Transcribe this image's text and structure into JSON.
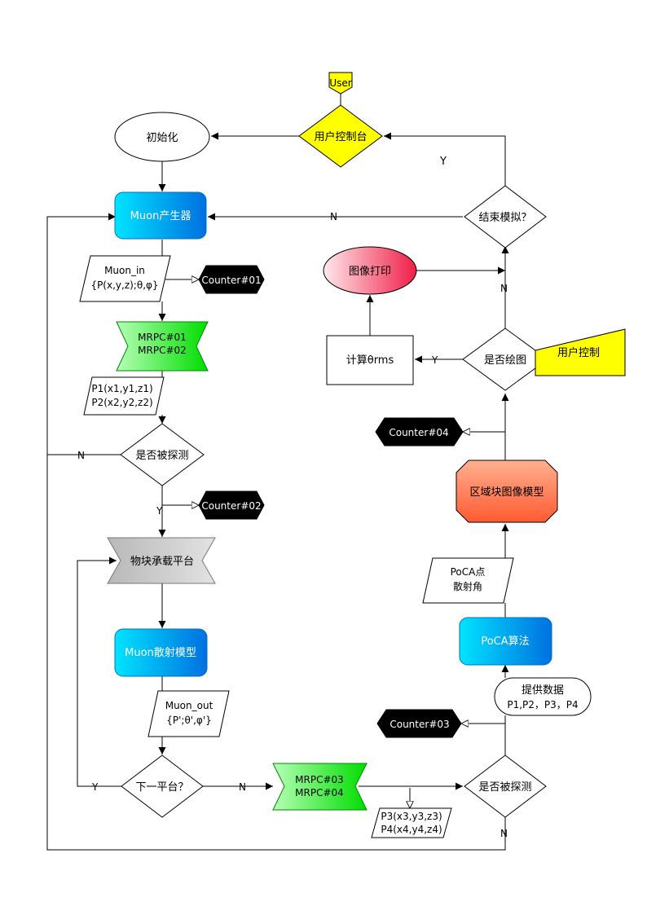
{
  "nodes": {
    "user": "User",
    "console": "用户控制台",
    "init": "初始化",
    "muon_gen": "Muon产生器",
    "muon_in_1": "Muon_in",
    "muon_in_2": "{P(x,y,z);θ,φ}",
    "counter01": "Counter#01",
    "mrpc12_1": "MRPC#01",
    "mrpc12_2": "MRPC#02",
    "p12_1": "P1(x1,y1,z1)",
    "p12_2": "P2(x2,y2,z2)",
    "detected1": "是否被探测",
    "counter02": "Counter#02",
    "platform": "物块承载平台",
    "scatter_model": "Muon散射模型",
    "muon_out_1": "Muon_out",
    "muon_out_2": "{P';θ',φ'}",
    "next_platform": "下一平台？",
    "mrpc34_1": "MRPC#03",
    "mrpc34_2": "MRPC#04",
    "p34_1": "P3(x3,y3,z3)",
    "p34_2": "P4(x4,y4,z4)",
    "detected2": "是否被探测",
    "counter03": "Counter#03",
    "provide_1": "提供数据",
    "provide_2": "P1,P2，P3，P4",
    "poca": "PoCA算法",
    "poca_out_1": "PoCA点",
    "poca_out_2": "散射角",
    "region_model": "区域块图像模型",
    "counter04": "Counter#04",
    "plot_q": "是否绘图",
    "user_ctrl": "用户控制",
    "calc": "计算θrms",
    "print": "图像打印",
    "end_q": "结束模拟？"
  },
  "edge_labels": {
    "end_yes": "Y",
    "end_no": "N",
    "plot_no": "N",
    "plot_yes": "Y",
    "det1_no": "N",
    "det1_yes": "Y",
    "next_yes": "Y",
    "next_no": "N",
    "det2_no": "N"
  },
  "colors": {
    "cyan_block": "#00b0f0",
    "green_block": "#00e000",
    "yellow_block": "#ffff00",
    "black_hex": "#000000",
    "orange_block": "#ff6a3d",
    "red_ellipse": "#f0284a",
    "gray_block": "#c8c8c8"
  }
}
